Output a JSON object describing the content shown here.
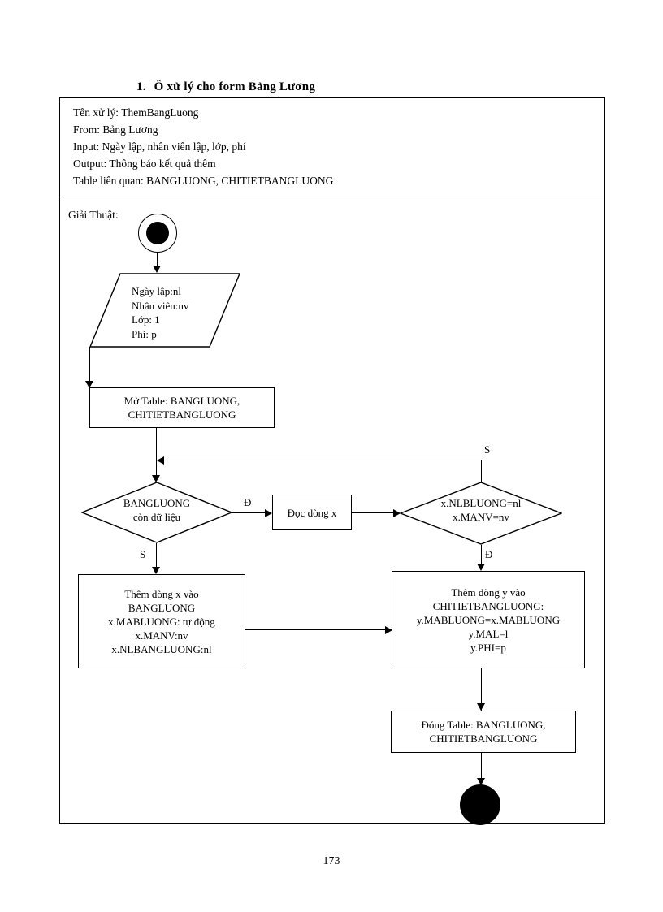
{
  "document": {
    "title_number": "1.",
    "title_text": "Ô xử lý cho form Bảng Lương",
    "page_number": "173"
  },
  "header": {
    "rows": [
      {
        "label": "Tên xử lý:",
        "value": "ThemBangLuong"
      },
      {
        "label": "From:",
        "value": "Bảng Lương"
      },
      {
        "label": "Input:",
        "value": "Ngày lập, nhân viên lập, lớp, phí"
      },
      {
        "label": "Output:",
        "value": "Thông báo kết quả thêm"
      },
      {
        "label": "Table liên quan:",
        "value": "BANGLUONG, CHITIETBANGLUONG"
      }
    ]
  },
  "algorithm": {
    "section_label": "Giải Thuật:",
    "nodes": {
      "start": {
        "type": "start-node",
        "icon": "filled-circle-ring"
      },
      "input": {
        "type": "parallelogram",
        "lines": [
          "Ngày lập:nl",
          "Nhân viên:nv",
          "Lớp: 1",
          "Phí: p"
        ]
      },
      "open_table": {
        "type": "process",
        "lines": [
          "Mở Table: BANGLUONG,",
          "CHITIETBANGLUONG"
        ]
      },
      "decision_loop": {
        "type": "decision",
        "lines": [
          "BANGLUONG",
          "còn dữ liệu"
        ]
      },
      "read_row": {
        "type": "process",
        "lines": [
          "Đọc dòng x"
        ]
      },
      "decision_match": {
        "type": "decision",
        "lines": [
          "x.NLBLUONG=nl",
          "x.MANV=nv"
        ]
      },
      "insert_bangluong": {
        "type": "process",
        "lines": [
          "Thêm dòng x vào",
          "BANGLUONG",
          "x.MABLUONG: tự động",
          "x.MANV:nv",
          "x.NLBANGLUONG:nl"
        ]
      },
      "insert_chitiet": {
        "type": "process",
        "lines": [
          "Thêm dòng  y vào",
          "CHITIETBANGLUONG:",
          "y.MABLUONG=x.MABLUONG",
          "y.MAL=l",
          "y.PHI=p"
        ]
      },
      "close_table": {
        "type": "process",
        "lines": [
          "Đóng Table: BANGLUONG,",
          "CHITIETBANGLUONG"
        ]
      },
      "end": {
        "type": "end-node",
        "icon": "filled-circle"
      }
    },
    "edge_labels": {
      "loop_true": "Đ",
      "loop_false": "S",
      "match_true": "Đ",
      "match_false": "S"
    }
  },
  "colors": {
    "stroke": "#000000",
    "background": "#ffffff"
  }
}
